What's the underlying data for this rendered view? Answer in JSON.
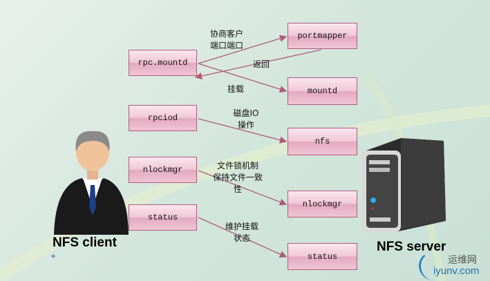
{
  "client": {
    "label": "NFS client",
    "boxes": [
      "rpc.mountd",
      "rpciod",
      "nlockmgr",
      "status"
    ]
  },
  "server": {
    "label": "NFS server",
    "boxes": [
      "portmapper",
      "mountd",
      "nfs",
      "nlockmgr",
      "status"
    ]
  },
  "edges": {
    "negotiate": [
      "协商客户",
      "端口端口"
    ],
    "return": "返回",
    "mount": "挂载",
    "diskio": [
      "磁盘IO",
      "操作"
    ],
    "lock": [
      "文件锁机制",
      "保持文件一致",
      "性"
    ],
    "status": [
      "维护挂载",
      "状态"
    ]
  },
  "watermark": {
    "cn": "运维网",
    "en": "iyunv.com"
  },
  "colors": {
    "arrow": "#b05a7a",
    "box_border": "#b05a7a"
  }
}
